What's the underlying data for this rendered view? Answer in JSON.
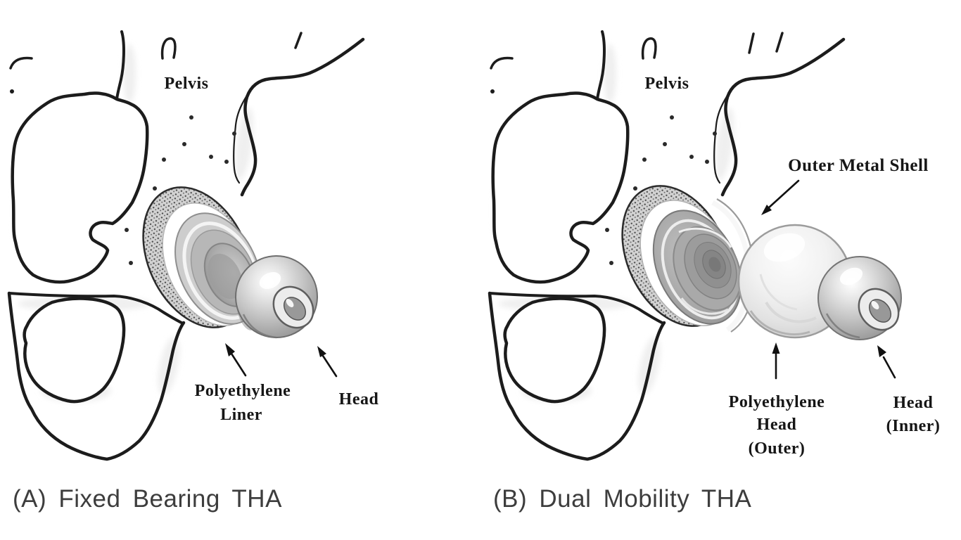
{
  "figure": {
    "type": "medical-illustration",
    "subject": "Total Hip Arthroplasty comparison",
    "panel_a": {
      "caption": "(A) Fixed Bearing THA",
      "labels": {
        "pelvis": "Pelvis",
        "liner_line1": "Polyethylene",
        "liner_line2": "Liner",
        "head": "Head"
      }
    },
    "panel_b": {
      "caption": "(B) Dual Mobility THA",
      "labels": {
        "pelvis": "Pelvis",
        "outer_metal_shell": "Outer Metal Shell",
        "poly_head_line1": "Polyethylene",
        "poly_head_line2": "Head",
        "poly_head_line3": "(Outer)",
        "inner_head_line1": "Head",
        "inner_head_line2": "(Inner)"
      }
    },
    "colors": {
      "background": "#ffffff",
      "ink_outline": "#1c1c1c",
      "label_text": "#161616",
      "caption_text": "#3d3d3d",
      "implant_gray": "#b7b7b7",
      "polyethylene_light": "#ededed"
    }
  }
}
